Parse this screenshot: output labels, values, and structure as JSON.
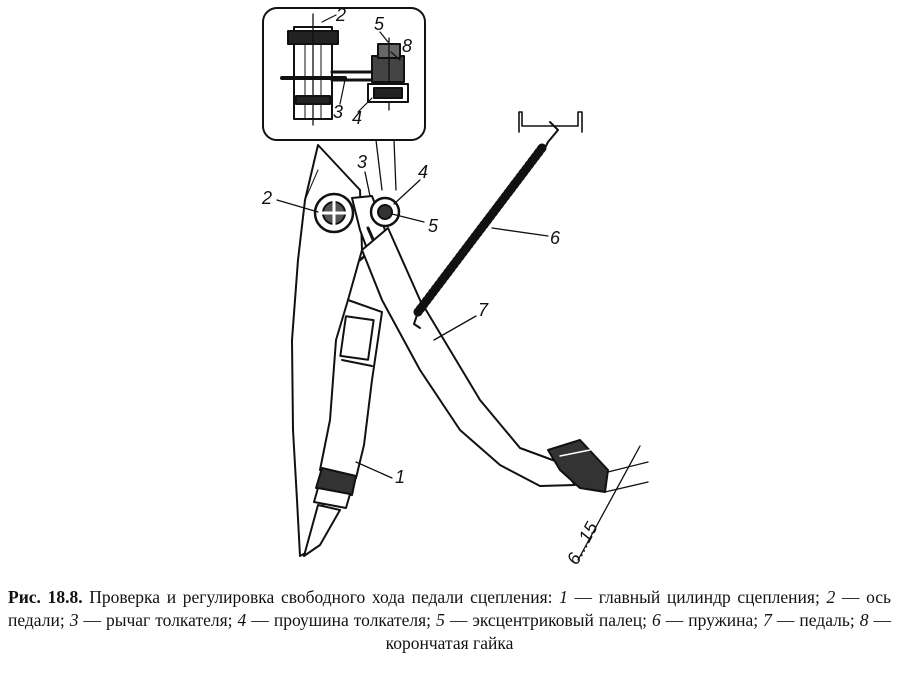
{
  "figure": {
    "labels": {
      "inset_2": "2",
      "inset_3": "3",
      "inset_4": "4",
      "inset_5": "5",
      "inset_8": "8",
      "main_1": "1",
      "main_2": "2",
      "main_3": "3",
      "main_4": "4",
      "main_5": "5",
      "main_6": "6",
      "main_7": "7",
      "dimension": "6...15"
    }
  },
  "caption": {
    "lead": "Рис. 18.8.",
    "intro": " Проверка и регулировка свободного хода педали сцепления: ",
    "items": [
      {
        "num": "1",
        "text": " — главный цилиндр сцепления; "
      },
      {
        "num": "2",
        "text": " — ось педали; "
      },
      {
        "num": "3",
        "text": " — рычаг толкателя; "
      },
      {
        "num": "4",
        "text": " — проушина толкателя; "
      },
      {
        "num": "5",
        "text": " — эксцентриковый палец; "
      },
      {
        "num": "6",
        "text": " — пружина; "
      },
      {
        "num": "7",
        "text": " — педаль; "
      },
      {
        "num": "8",
        "text": " — корончатая гайка"
      }
    ]
  }
}
